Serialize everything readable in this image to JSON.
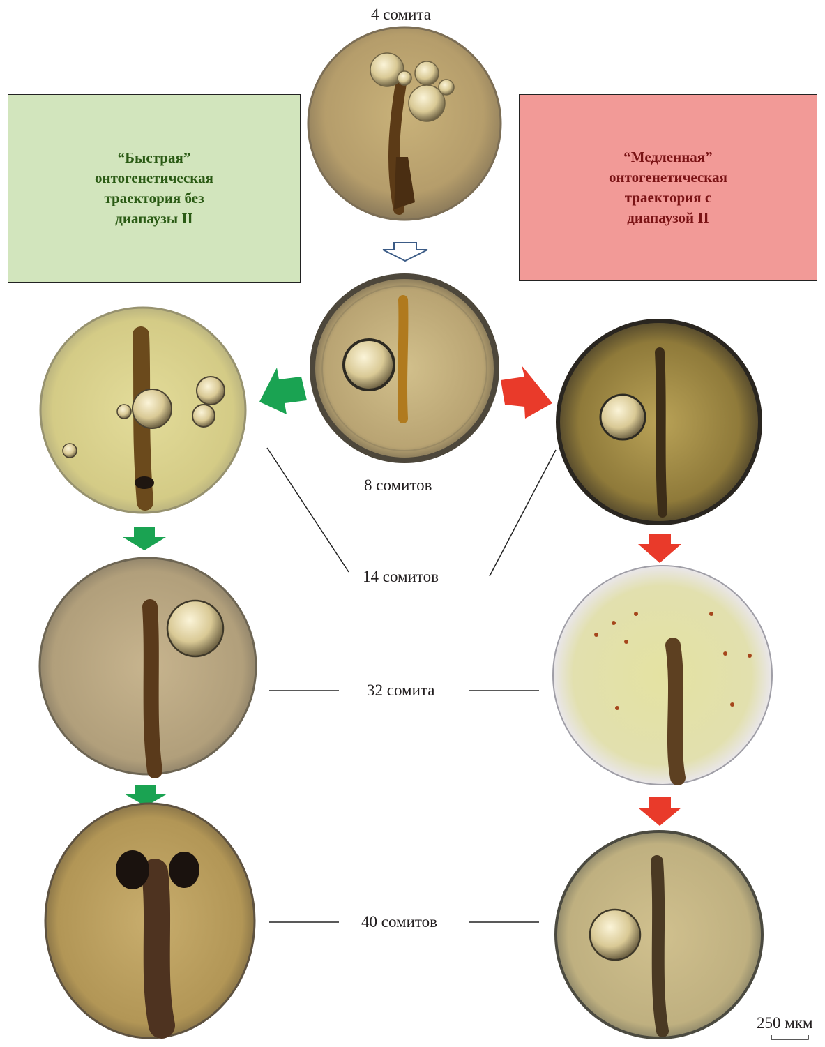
{
  "stages": {
    "s4": "4 сомита",
    "s8": "8 сомитов",
    "s14": "14 сомитов",
    "s32": "32 сомита",
    "s40": "40 сомитов"
  },
  "fast_box": {
    "lines": [
      "“Быстрая”",
      "онтогенетическая",
      "траектория без",
      "диапаузы II"
    ],
    "fill": "#d2e5bd",
    "text_color": "#2a5a14"
  },
  "slow_box": {
    "lines": [
      "“Медленная”",
      "онтогенетическая",
      "траектория с",
      "диапаузой II"
    ],
    "fill": "#f29a97",
    "text_color": "#7a1315"
  },
  "scale_bar": "250 мкм",
  "colors": {
    "green_arrow": "#1aa352",
    "red_arrow": "#e93a2a",
    "outline_arrow": "#3b5b86"
  }
}
